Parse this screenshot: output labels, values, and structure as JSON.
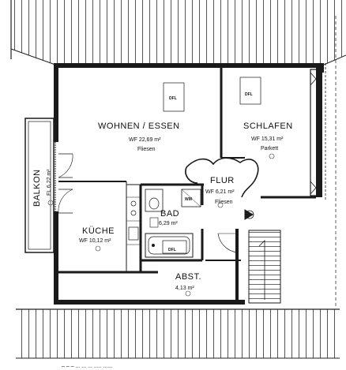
{
  "rooms": {
    "wohnen": {
      "name": "WOHNEN / ESSEN",
      "area": "WF 22,69 m²",
      "material": "Fliesen",
      "window": "DFL"
    },
    "schlafen": {
      "name": "SCHLAFEN",
      "area": "WF 15,31 m²",
      "material": "Parkett",
      "window": "DFL"
    },
    "flur": {
      "name": "FLUR",
      "area": "WF 6,21 m²",
      "material": "Fliesen"
    },
    "bad": {
      "name": "BAD",
      "area": "6,29 m²",
      "window": "DFL",
      "fixture": "WM"
    },
    "kueche": {
      "name": "KÜCHE",
      "area": "WF 10,12 m²"
    },
    "balkon": {
      "name": "BALKON",
      "area": "FL 6,22 m²"
    },
    "abst": {
      "name": "ABST.",
      "area": "4,13 m²"
    }
  },
  "footer": {
    "scribble": "– – –  ... ... ...  ..... ......"
  },
  "colors": {
    "ink": "#111111",
    "wall": "#1a1a1a",
    "paper": "#ffffff"
  }
}
